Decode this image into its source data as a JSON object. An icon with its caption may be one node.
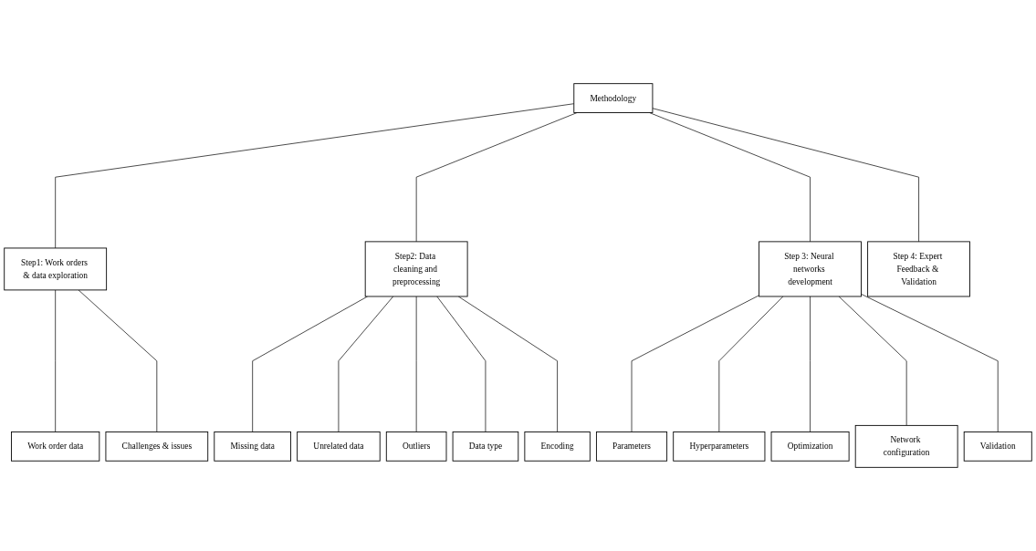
{
  "diagram": {
    "nodes": [
      {
        "text": [
          "Methodology"
        ]
      },
      {
        "text": [
          "Step1: Work orders & data exploration"
        ]
      },
      {
        "text": [
          "Step2: Data cleaning and preprocessing"
        ]
      },
      {
        "text": [
          "Step 3: Neural networks development"
        ]
      },
      {
        "text": [
          "Step 4: Expert Feedback & Validation"
        ]
      },
      {
        "text": [
          "Work order data"
        ]
      },
      {
        "text": [
          "Challenges & issues"
        ]
      },
      {
        "text": [
          "Missing data"
        ]
      },
      {
        "text": [
          "Unrelated data"
        ]
      },
      {
        "text": [
          "Outliers"
        ]
      },
      {
        "text": [
          "Data type"
        ]
      },
      {
        "text": [
          "Encoding"
        ]
      },
      {
        "text": [
          "Parameters"
        ]
      },
      {
        "text": [
          "Hyperparameters"
        ]
      },
      {
        "text": [
          "Optimization"
        ]
      },
      {
        "text": [
          "Network configuration"
        ]
      },
      {
        "text": [
          "Validation"
        ]
      }
    ],
    "edges": [
      {
        "from": 0,
        "to": 1,
        "arrow": "none"
      },
      {
        "from": 0,
        "to": 2,
        "arrow": "none"
      },
      {
        "from": 0,
        "to": 3,
        "arrow": "none"
      },
      {
        "from": 0,
        "to": 4,
        "arrow": "none"
      },
      {
        "from": 1,
        "to": 5,
        "arrow": "none"
      },
      {
        "from": 1,
        "to": 6,
        "arrow": "none"
      },
      {
        "from": 2,
        "to": 7,
        "arrow": "none"
      },
      {
        "from": 2,
        "to": 8,
        "arrow": "none"
      },
      {
        "from": 2,
        "to": 9,
        "arrow": "none"
      },
      {
        "from": 2,
        "to": 10,
        "arrow": "none"
      },
      {
        "from": 2,
        "to": 11,
        "arrow": "none"
      },
      {
        "from": 3,
        "to": 12,
        "arrow": "none"
      },
      {
        "from": 3,
        "to": 13,
        "arrow": "none"
      },
      {
        "from": 3,
        "to": 14,
        "arrow": "none"
      },
      {
        "from": 3,
        "to": 15,
        "arrow": "none"
      },
      {
        "from": 3,
        "to": 16,
        "arrow": "none"
      }
    ]
  }
}
